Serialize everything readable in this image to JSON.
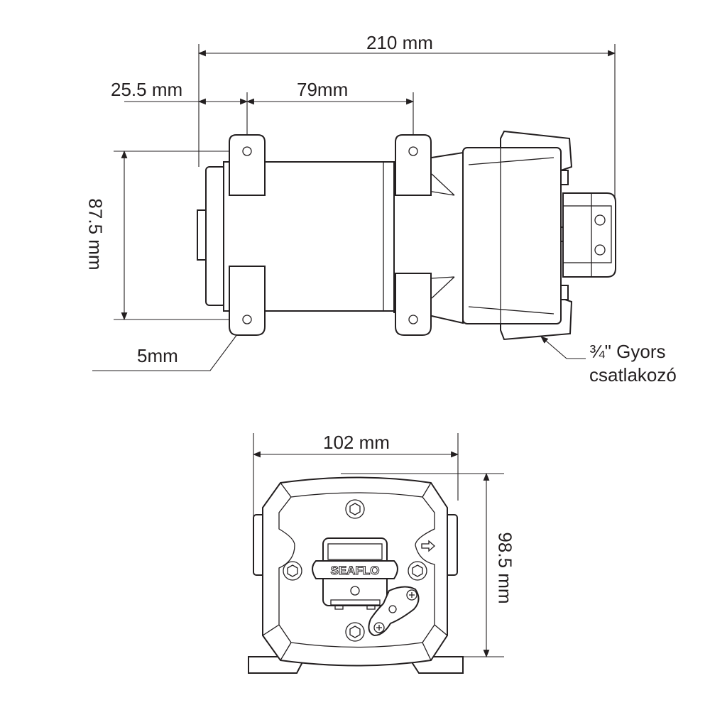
{
  "side_view": {
    "dim_overall_length": "210 mm",
    "dim_end_to_first_mount": "25.5 mm",
    "dim_mount_spacing": "79mm",
    "dim_mount_height": "87.5 mm",
    "dim_hole_diameter": "5mm",
    "connector_label_line1": "¾\" Gyors",
    "connector_label_line2": "csatlakozó"
  },
  "end_view": {
    "dim_width": "102 mm",
    "dim_height": "98.5 mm",
    "brand_logo": "SEAFLO"
  }
}
